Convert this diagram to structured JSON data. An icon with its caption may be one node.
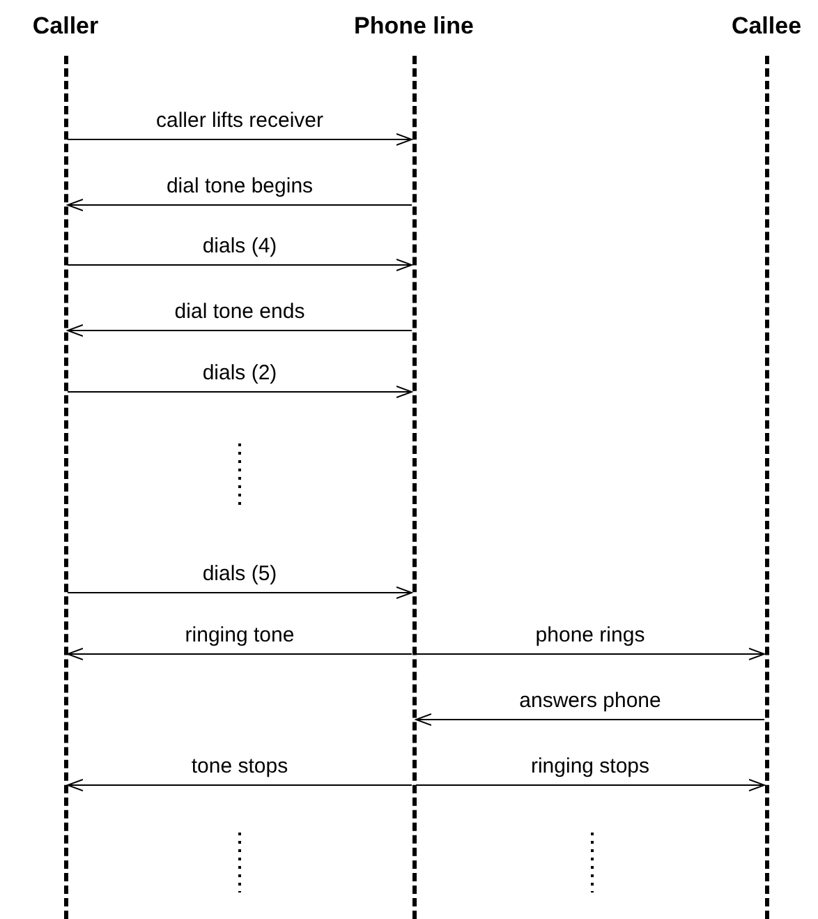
{
  "diagram": {
    "nodes": [
      {
        "text": [
          "Caller"
        ]
      },
      {
        "text": [
          "Phone line"
        ]
      },
      {
        "text": [
          "Callee"
        ]
      }
    ],
    "edges": [
      {
        "from": 0,
        "to": 1,
        "arrow": "to",
        "label": "caller lifts receiver"
      },
      {
        "from": 1,
        "to": 0,
        "arrow": "to",
        "label": "dial tone begins"
      },
      {
        "from": 0,
        "to": 1,
        "arrow": "to",
        "label": "dials (4)"
      },
      {
        "from": 1,
        "to": 0,
        "arrow": "to",
        "label": "dial tone ends"
      },
      {
        "from": 0,
        "to": 1,
        "arrow": "to",
        "label": "dials (2)"
      },
      {
        "from": 0,
        "to": 1,
        "arrow": "to",
        "label": "dials (5)"
      },
      {
        "from": 1,
        "to": 0,
        "arrow": "to",
        "label": "ringing tone"
      },
      {
        "from": 1,
        "to": 2,
        "arrow": "to",
        "label": "phone rings"
      },
      {
        "from": 2,
        "to": 1,
        "arrow": "to",
        "label": "answers phone"
      },
      {
        "from": 1,
        "to": 0,
        "arrow": "to",
        "label": "tone stops"
      },
      {
        "from": 1,
        "to": 2,
        "arrow": "to",
        "label": "ringing stops"
      }
    ]
  }
}
